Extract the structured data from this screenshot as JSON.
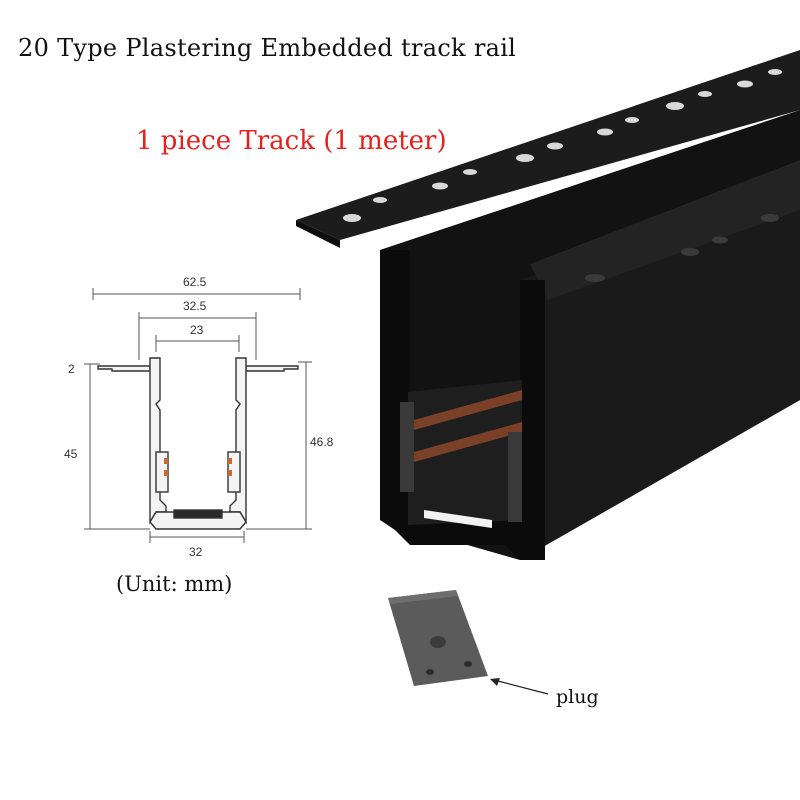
{
  "title": "20 Type Plastering Embedded track rail",
  "subtitle": "1 piece Track (1 meter)",
  "unit_note": "(Unit: mm)",
  "plug_label": "plug",
  "dimensions": {
    "overall_width": "62.5",
    "middle_width": "32.5",
    "inner_width": "23",
    "flange_thickness": "2",
    "height_left": "45",
    "height_right": "46.8",
    "bottom_width": "32"
  },
  "colors": {
    "title": "#111111",
    "subtitle": "#e8201c",
    "rail_body": "#141414",
    "conductor": "#8a4a2c"
  }
}
